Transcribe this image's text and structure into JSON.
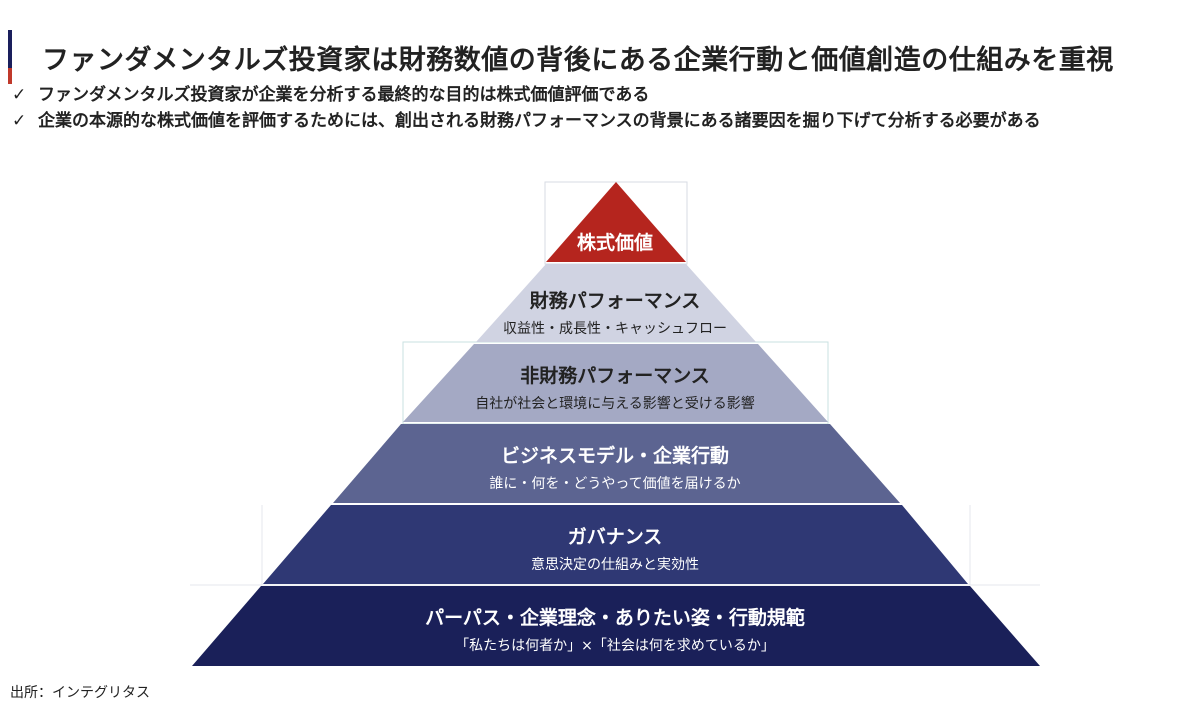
{
  "header": {
    "title": "ファンダメンタルズ投資家は財務数値の背後にある企業行動と価値創造の仕組みを重視",
    "check_icon": "✓",
    "bullets": [
      "ファンダメンタルズ投資家が企業を分析する最終的な目的は株式価値評価である",
      "企業の本源的な株式価値を評価するためには、創出される財務パフォーマンスの背景にある諸要因を掘り下げて分析する必要がある"
    ]
  },
  "pyramid": {
    "levels": [
      {
        "title": "株式価値",
        "subtitle": "",
        "color": "#b5251e"
      },
      {
        "title": "財務パフォーマンス",
        "subtitle": "収益性・成長性・キャッシュフロー",
        "color": "#d0d3e2"
      },
      {
        "title": "非財務パフォーマンス",
        "subtitle": "自社が社会と環境に与える影響と受ける影響",
        "color": "#a4a9c4"
      },
      {
        "title": "ビジネスモデル・企業行動",
        "subtitle": "誰に・何を・どうやって価値を届けるか",
        "color": "#5c6491"
      },
      {
        "title": "ガバナンス",
        "subtitle": "意思決定の仕組みと実効性",
        "color": "#2f3874"
      },
      {
        "title": "パーパス・企業理念・ありたい姿・行動規範",
        "subtitle": "「私たちは何者か」×「社会は何を求めているか」",
        "color": "#1a2059"
      }
    ]
  },
  "footer": {
    "source": "出所：インテグリタス"
  }
}
